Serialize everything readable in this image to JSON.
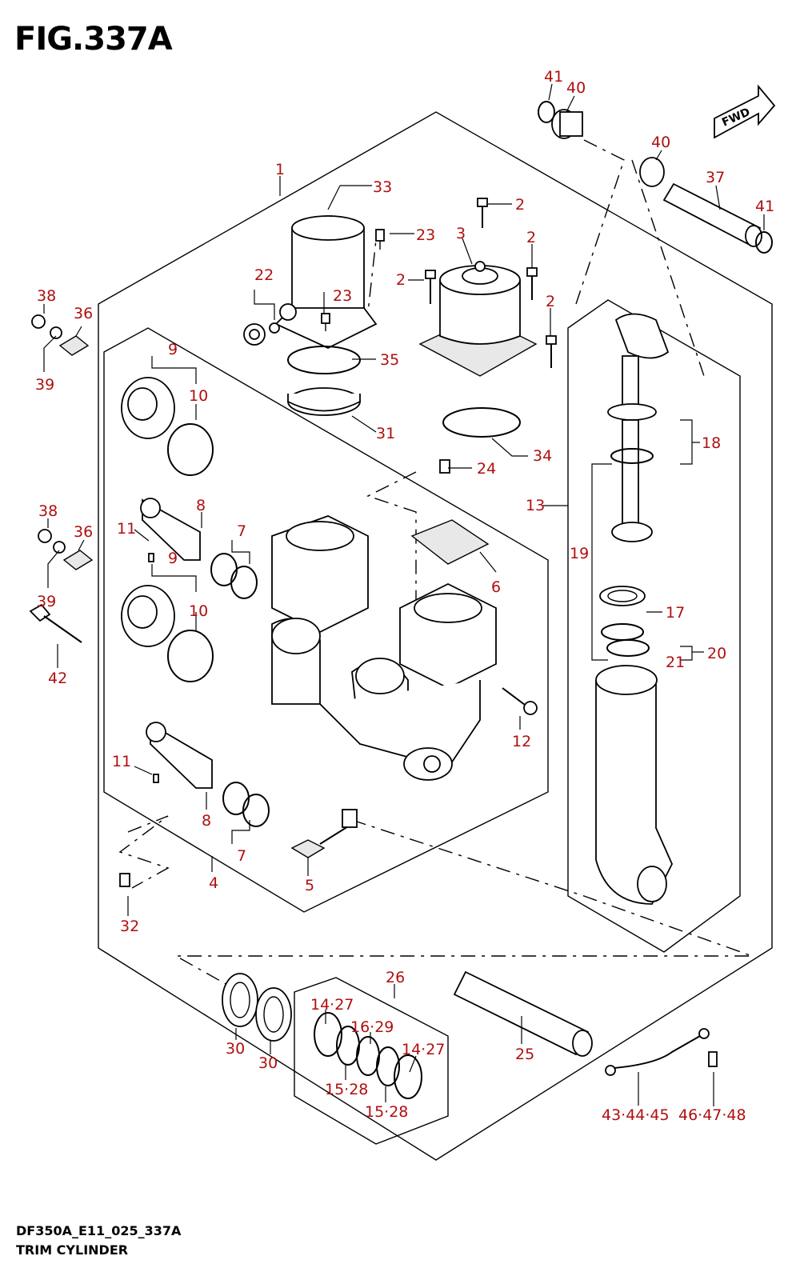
{
  "figure": {
    "title": "FIG.337A",
    "code": "DF350A_E11_025_337A",
    "name": "TRIM CYLINDER",
    "fwd_label": "FWD"
  },
  "colors": {
    "callout": "#b00f0f",
    "line": "#000000"
  },
  "callouts": {
    "c1": "1",
    "c2a": "2",
    "c2b": "2",
    "c2c": "2",
    "c2d": "2",
    "c3": "3",
    "c4": "4",
    "c5": "5",
    "c6": "6",
    "c7a": "7",
    "c7b": "7",
    "c8a": "8",
    "c8b": "8",
    "c9a": "9",
    "c9b": "9",
    "c10a": "10",
    "c10b": "10",
    "c11a": "11",
    "c11b": "11",
    "c12": "12",
    "c13": "13",
    "c14_27a": "14·27",
    "c14_27b": "14·27",
    "c15_28a": "15·28",
    "c15_28b": "15·28",
    "c16_29": "16·29",
    "c17": "17",
    "c18": "18",
    "c19": "19",
    "c20": "20",
    "c21": "21",
    "c22": "22",
    "c23a": "23",
    "c23b": "23",
    "c24": "24",
    "c25": "25",
    "c26": "26",
    "c30a": "30",
    "c30b": "30",
    "c31": "31",
    "c32": "32",
    "c33": "33",
    "c34": "34",
    "c35": "35",
    "c36a": "36",
    "c36b": "36",
    "c37": "37",
    "c38a": "38",
    "c38b": "38",
    "c39a": "39",
    "c39b": "39",
    "c40a": "40",
    "c40b": "40",
    "c41a": "41",
    "c41b": "41",
    "c42": "42",
    "c43_44_45": "43·44·45",
    "c46_47_48": "46·47·48"
  }
}
